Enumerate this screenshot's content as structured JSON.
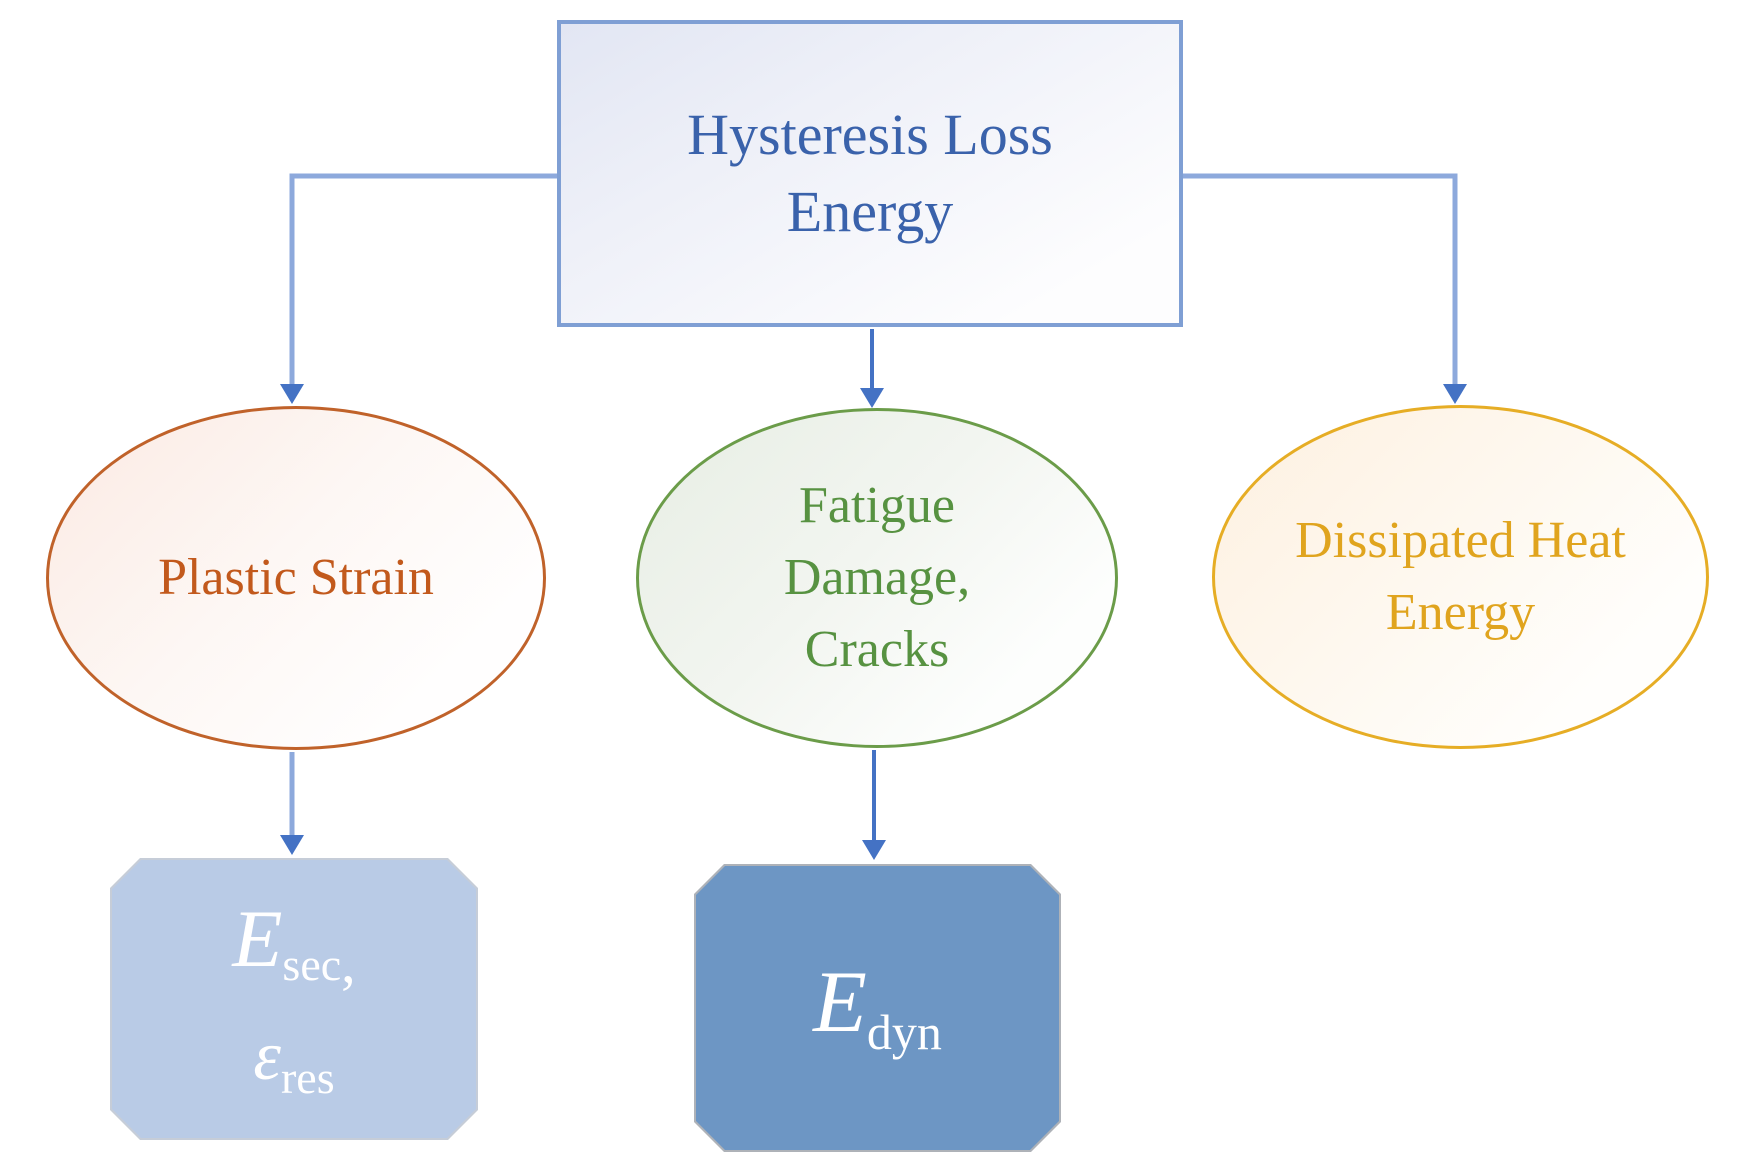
{
  "diagram": {
    "root": {
      "label": "Hysteresis Loss Energy"
    },
    "branches": [
      {
        "id": "plastic-strain",
        "label": "Plastic Strain",
        "text_color": "#c2591c",
        "border_color": "#c0622a"
      },
      {
        "id": "fatigue-damage",
        "label": "Fatigue Damage, Cracks",
        "text_color": "#579241",
        "border_color": "#6b9c49"
      },
      {
        "id": "dissipated-heat",
        "label": "Dissipated Heat Energy",
        "text_color": "#e0a41e",
        "border_color": "#e6ad25"
      }
    ],
    "outputs": {
      "esec": {
        "term1_main": "E",
        "term1_sub": "sec",
        "term1_comma": ",",
        "term2_main": "ε",
        "term2_sub": "res",
        "fill_color": "#b9cbe6",
        "text_color": "#ffffff"
      },
      "edyn": {
        "main": "E",
        "sub": "dyn",
        "fill_color": "#6d96c4",
        "text_color": "#ffffff"
      }
    },
    "colors": {
      "root_border": "#7f9fd4",
      "root_text": "#3a62ab",
      "connector_light": "#8da9dc",
      "connector_dark": "#4472c4",
      "arrowhead": "#4472c4"
    }
  }
}
